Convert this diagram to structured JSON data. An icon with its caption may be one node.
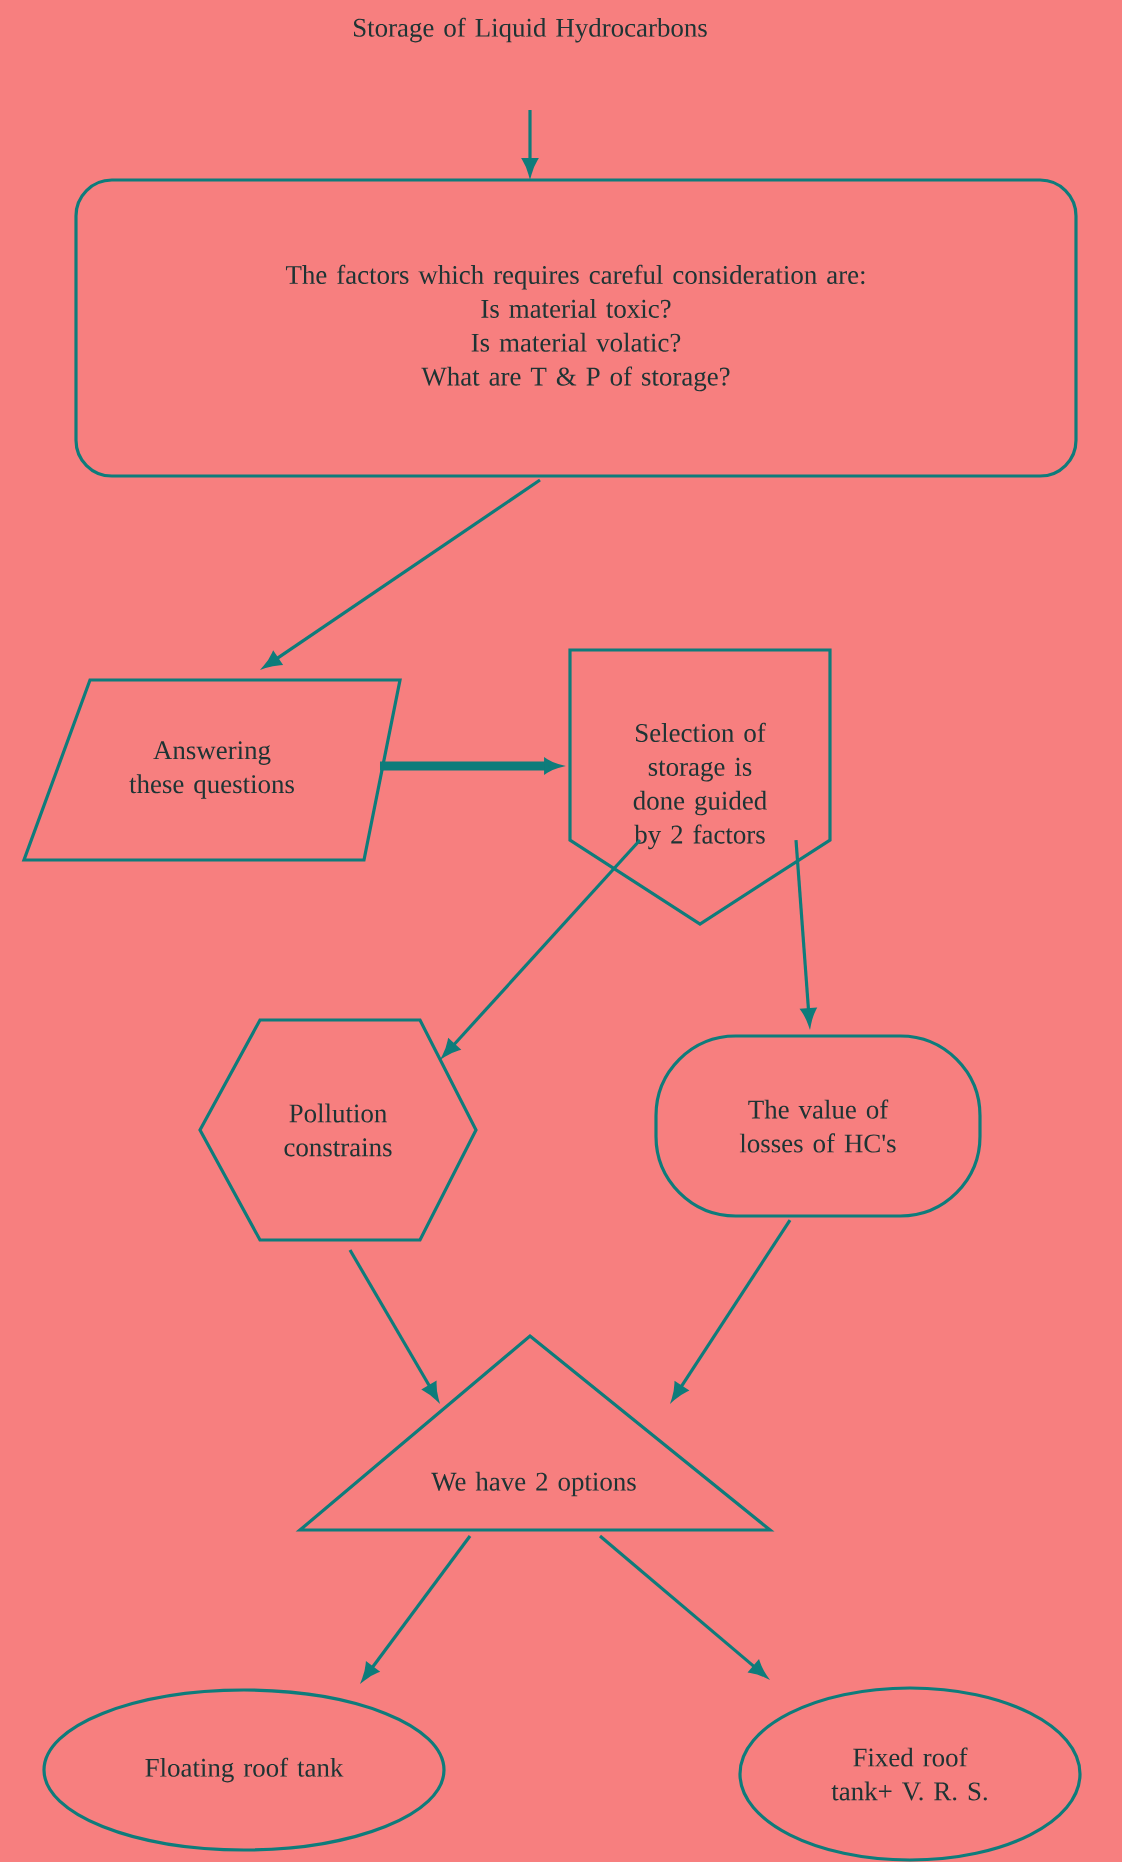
{
  "diagram": {
    "nodes": [
      {
        "text": [
          "Storage of Liquid Hydrocarbons"
        ]
      },
      {
        "text": [
          "The factors which requires careful consideration are:",
          "Is material toxic?",
          "Is material volatic?",
          "What are T & P of storage?"
        ]
      },
      {
        "text": [
          "Answering these questions"
        ]
      },
      {
        "text": [
          "Selection of storage is done guided by 2 factors"
        ]
      },
      {
        "text": [
          "Pollution constrains"
        ]
      },
      {
        "text": [
          "The value of losses of HC's"
        ]
      },
      {
        "text": [
          "We have 2 options"
        ]
      },
      {
        "text": [
          "Floating roof tank"
        ]
      },
      {
        "text": [
          "Fixed roof tank+ V. R. S."
        ]
      }
    ],
    "edges": [
      {
        "from": 0,
        "to": 1,
        "arrow": "to"
      },
      {
        "from": 1,
        "to": 2,
        "arrow": "to"
      },
      {
        "from": 2,
        "to": 3,
        "arrow": "to",
        "style": "thick"
      },
      {
        "from": 3,
        "to": 4,
        "arrow": "to"
      },
      {
        "from": 3,
        "to": 5,
        "arrow": "to"
      },
      {
        "from": 4,
        "to": 6,
        "arrow": "to"
      },
      {
        "from": 5,
        "to": 6,
        "arrow": "to"
      },
      {
        "from": 6,
        "to": 7,
        "arrow": "to"
      },
      {
        "from": 6,
        "to": 8,
        "arrow": "to"
      }
    ]
  }
}
